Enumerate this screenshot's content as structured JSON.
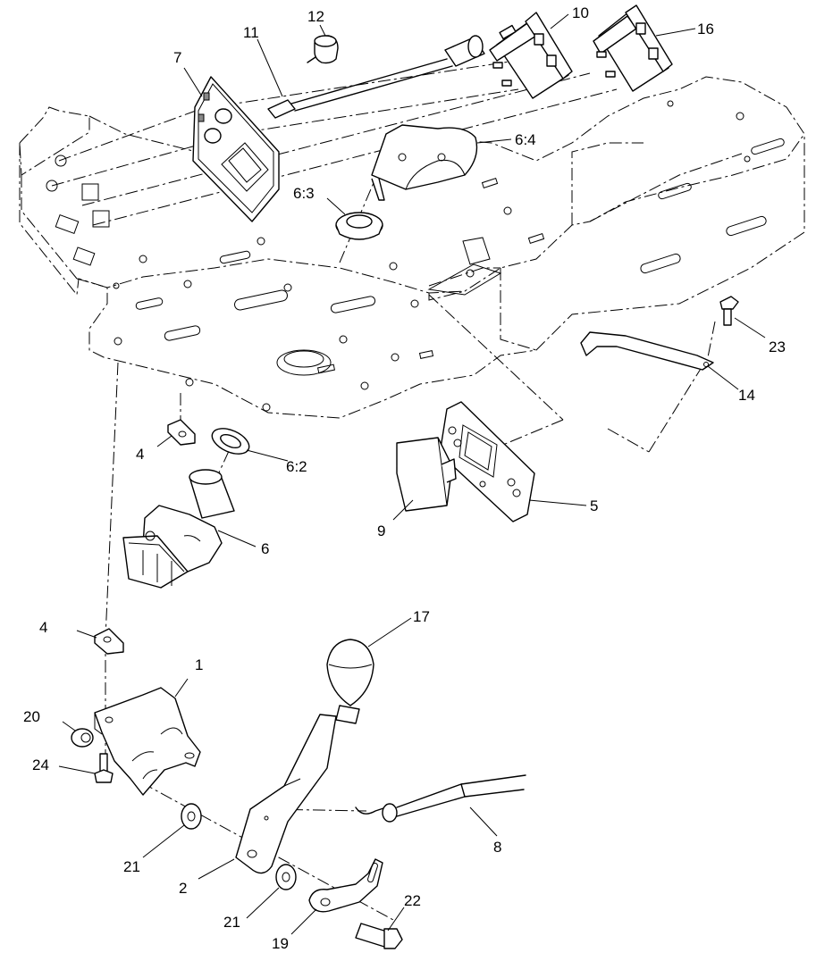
{
  "callouts": {
    "c1": "1",
    "c2": "2",
    "c4a": "4",
    "c4b": "4",
    "c5": "5",
    "c6": "6",
    "c6_2": "6:2",
    "c6_3": "6:3",
    "c6_4": "6:4",
    "c7": "7",
    "c8": "8",
    "c9": "9",
    "c10": "10",
    "c11": "11",
    "c12": "12",
    "c14": "14",
    "c16": "16",
    "c17": "17",
    "c19": "19",
    "c20": "20",
    "c21a": "21",
    "c21b": "21",
    "c22": "22",
    "c23": "23",
    "c24": "24"
  }
}
